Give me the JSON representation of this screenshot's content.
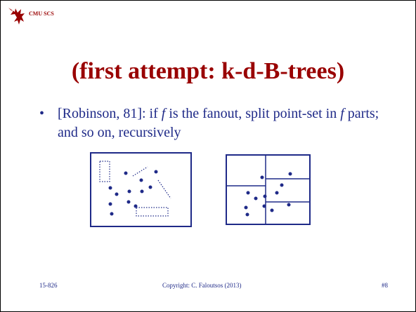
{
  "header": {
    "label": "CMU SCS",
    "logo": "cmu-dragon-logo"
  },
  "title": "(first attempt: k-d-B-trees)",
  "bullet": {
    "marker": "•",
    "prefix": "[Robinson, 81]: if ",
    "var1": "f",
    "middle": " is the fanout, split point-set in ",
    "var2": "f",
    "suffix": " parts; and so on, recursively"
  },
  "footer": {
    "course": "15-826",
    "copyright": "Copyright: C. Faloutsos (2013)",
    "slide_number": "#8"
  },
  "colors": {
    "title": "#990000",
    "text": "#1f2a88",
    "figure": "#1f2a88"
  }
}
